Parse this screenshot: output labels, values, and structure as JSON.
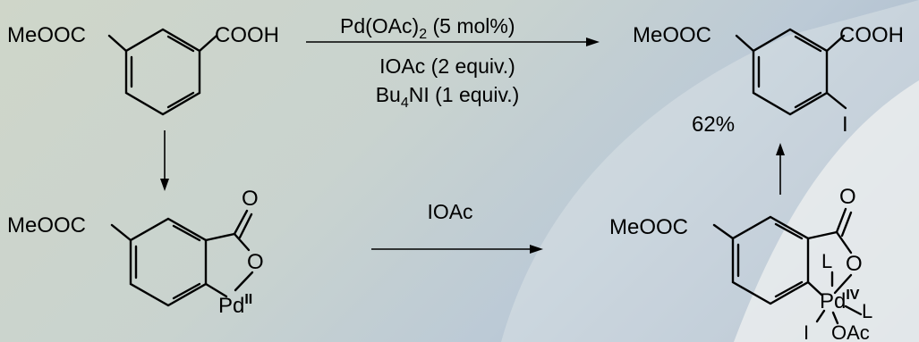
{
  "molecules": {
    "start": {
      "ester": "MeOOC",
      "acid": "COOH"
    },
    "product": {
      "ester": "MeOOC",
      "acid": "COOH",
      "iodo": "I",
      "yield": "62%"
    },
    "pd2_complex": {
      "ester": "MeOOC",
      "carbonyl_o": "O",
      "ring_o": "O",
      "metal": "Pd",
      "ox_state": "II"
    },
    "pd4_complex": {
      "ester": "MeOOC",
      "carbonyl_o": "O",
      "ring_o": "O",
      "metal": "Pd",
      "ox_state": "IV",
      "ligand_top": "L",
      "ligand_right": "L",
      "iodide": "I",
      "acetate": "OAc"
    }
  },
  "reactions": {
    "main": {
      "catalyst": "Pd(OAc)",
      "catalyst_sub": "2",
      "catalyst_load": " (5 mol%)",
      "oxidant": "IOAc (2 equiv.)",
      "additive_pre": "Bu",
      "additive_sub": "4",
      "additive_post": "NI (1 equiv.)"
    },
    "oxidation": {
      "reagent": "IOAc"
    }
  }
}
